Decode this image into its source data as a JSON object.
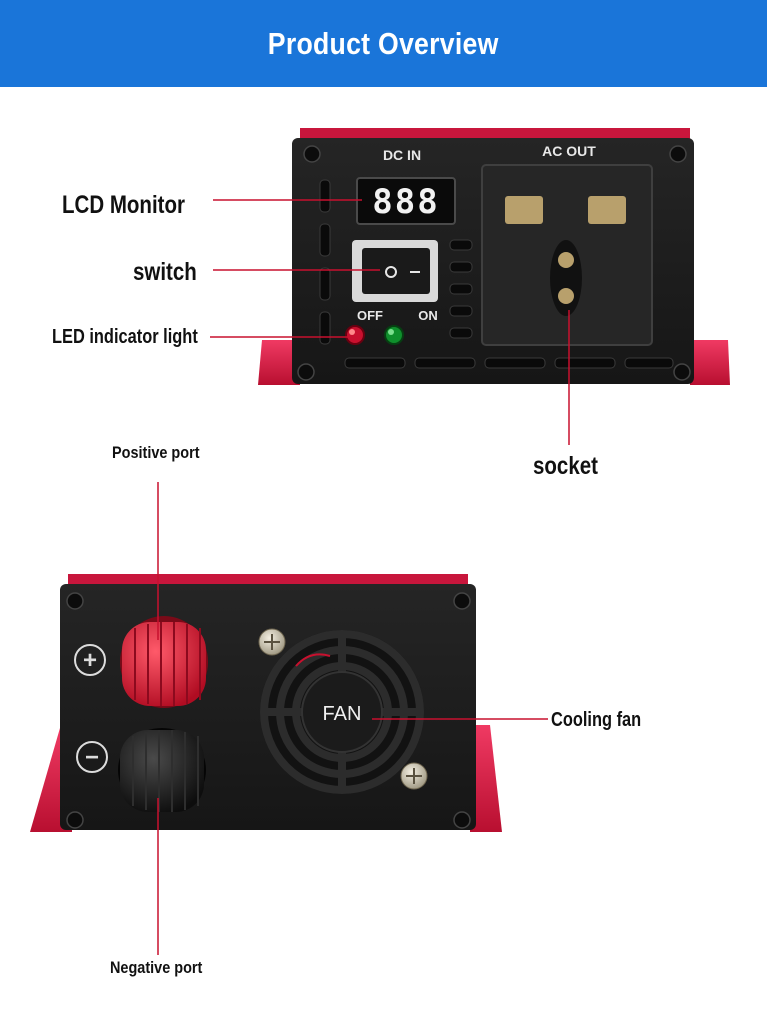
{
  "header": {
    "title": "Product Overview"
  },
  "front_panel": {
    "dc_in_label": "DC IN",
    "ac_out_label": "AC OUT",
    "display_value": "888",
    "off_label": "OFF",
    "on_label": "ON",
    "callouts": {
      "lcd": "LCD Monitor",
      "switch": "switch",
      "led": "LED indicator light",
      "socket": "socket"
    }
  },
  "rear_panel": {
    "fan_label": "FAN",
    "plus_symbol": "+",
    "minus_symbol": "−",
    "callouts": {
      "positive": "Positive port",
      "cooling_fan": "Cooling fan",
      "negative": "Negative port"
    }
  },
  "colors": {
    "header_bg": "#1a75d9",
    "callout_line": "#c8102e",
    "housing_red": "#d4143a",
    "panel_black": "#1b1b1b"
  }
}
